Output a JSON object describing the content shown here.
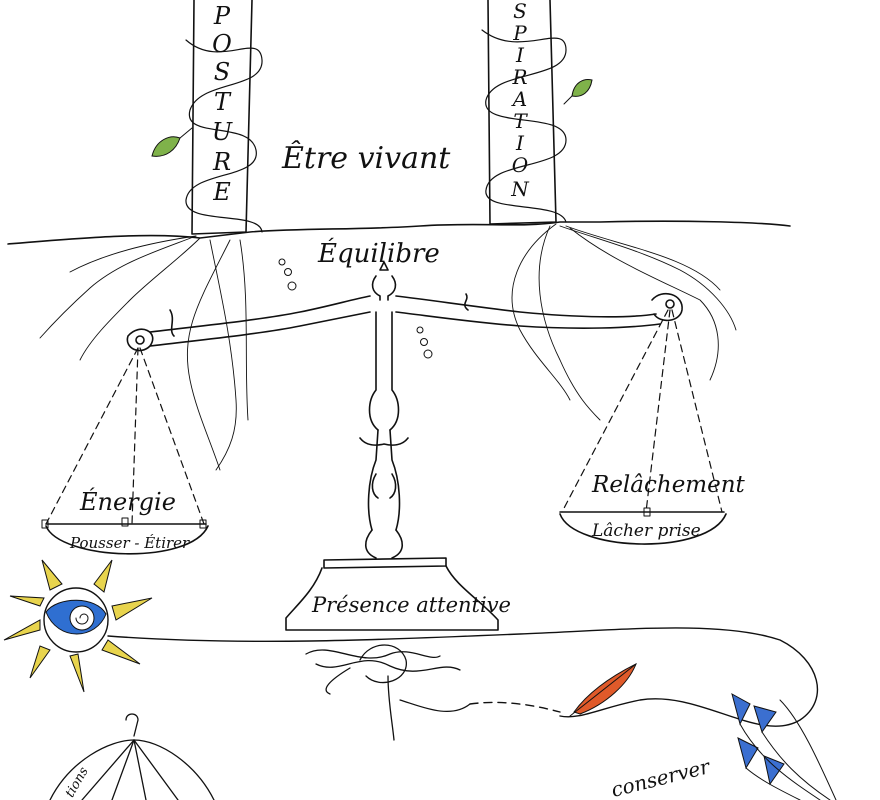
{
  "pillars": {
    "left": {
      "letters": [
        "P",
        "O",
        "S",
        "T",
        "U",
        "R",
        "E"
      ]
    },
    "right": {
      "letters": [
        "S",
        "P",
        "I",
        "R",
        "A",
        "T",
        "I",
        "O",
        "N"
      ]
    }
  },
  "labels": {
    "etre_vivant": "Être vivant",
    "equilibre": "Équilibre",
    "energie": "Énergie",
    "pousser_etirer": "Pousser - Étirer",
    "relachement": "Relâchement",
    "lacher_prise": "Lâcher prise",
    "presence_attentive": "Présence attentive",
    "conserver": "conserver",
    "umbrella_text": "tions"
  },
  "colors": {
    "ink": "#111111",
    "leaf": "#7fb24a",
    "sun_ray": "#e8d44d",
    "eye_iris": "#2f6fd1",
    "kite": "#3b6fd0",
    "feather": "#e05a2a"
  },
  "icons": [
    "leaf-icon",
    "sun-eye-icon",
    "feather-icon",
    "kite-icon",
    "umbrella-icon"
  ]
}
